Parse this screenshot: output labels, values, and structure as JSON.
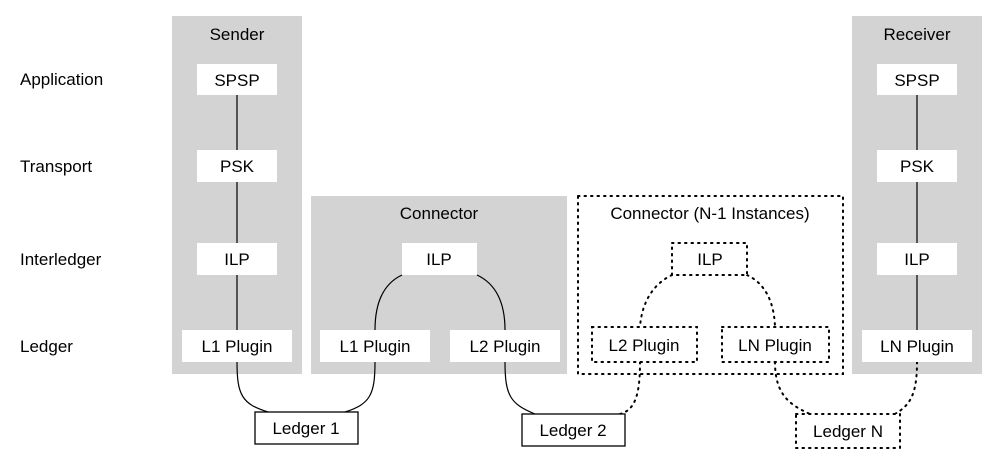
{
  "layers": [
    {
      "id": "application",
      "label": "Application"
    },
    {
      "id": "transport",
      "label": "Transport"
    },
    {
      "id": "interledger",
      "label": "Interledger"
    },
    {
      "id": "ledger",
      "label": "Ledger"
    }
  ],
  "sender": {
    "title": "Sender",
    "spsp": "SPSP",
    "psk": "PSK",
    "ilp": "ILP",
    "plugin": "L1 Plugin"
  },
  "connector": {
    "title": "Connector",
    "ilp": "ILP",
    "plugin_left": "L1 Plugin",
    "plugin_right": "L2 Plugin"
  },
  "connector_n": {
    "title": "Connector (N-1 Instances)",
    "ilp": "ILP",
    "plugin_left": "L2 Plugin",
    "plugin_right": "LN Plugin"
  },
  "receiver": {
    "title": "Receiver",
    "spsp": "SPSP",
    "psk": "PSK",
    "ilp": "ILP",
    "plugin": "LN Plugin"
  },
  "ledgers": {
    "ledger1": "Ledger 1",
    "ledger2": "Ledger 2",
    "ledgerN": "Ledger N"
  }
}
